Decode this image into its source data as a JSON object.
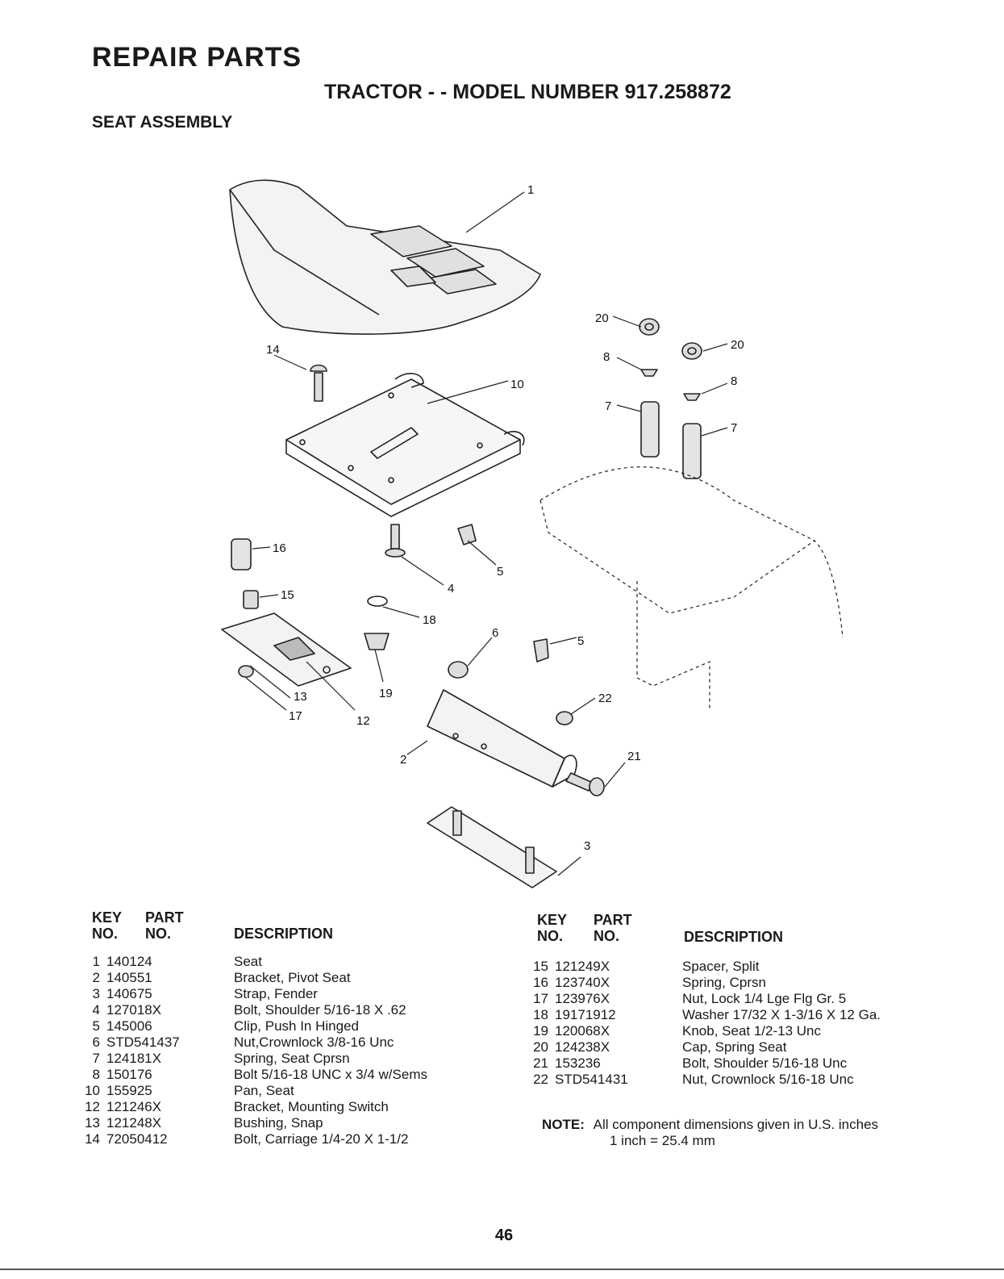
{
  "header": {
    "title": "REPAIR PARTS",
    "subtitle": "TRACTOR - - MODEL NUMBER 917.258872",
    "section": "SEAT ASSEMBLY"
  },
  "table": {
    "key_label_1": "KEY",
    "key_label_2": "NO.",
    "part_label_1": "PART",
    "part_label_2": "NO.",
    "description_label": "DESCRIPTION"
  },
  "parts_left": [
    {
      "key": "1",
      "part": "140124",
      "description": "Seat"
    },
    {
      "key": "2",
      "part": "140551",
      "description": "Bracket, Pivot Seat"
    },
    {
      "key": "3",
      "part": "140675",
      "description": "Strap, Fender"
    },
    {
      "key": "4",
      "part": "127018X",
      "description": "Bolt, Shoulder  5/16-18 X .62"
    },
    {
      "key": "5",
      "part": "145006",
      "description": "Clip, Push In Hinged"
    },
    {
      "key": "6",
      "part": "STD541437",
      "description": "Nut,Crownlock  3/8-16 Unc"
    },
    {
      "key": "7",
      "part": "124181X",
      "description": "Spring, Seat Cprsn"
    },
    {
      "key": "8",
      "part": "150176",
      "description": "Bolt 5/16-18 UNC x 3/4 w/Sems"
    },
    {
      "key": "10",
      "part": "155925",
      "description": "Pan, Seat"
    },
    {
      "key": "12",
      "part": "121246X",
      "description": "Bracket, Mounting Switch"
    },
    {
      "key": "13",
      "part": "121248X",
      "description": "Bushing, Snap"
    },
    {
      "key": "14",
      "part": "72050412",
      "description": "Bolt, Carriage  1/4-20 X 1-1/2"
    }
  ],
  "parts_right": [
    {
      "key": "15",
      "part": "121249X",
      "description": "Spacer, Split"
    },
    {
      "key": "16",
      "part": "123740X",
      "description": "Spring, Cprsn"
    },
    {
      "key": "17",
      "part": "123976X",
      "description": "Nut, Lock  1/4 Lge Flg Gr. 5"
    },
    {
      "key": "18",
      "part": "19171912",
      "description": "Washer  17/32 X 1-3/16 X 12 Ga."
    },
    {
      "key": "19",
      "part": "120068X",
      "description": "Knob, Seat  1/2-13 Unc"
    },
    {
      "key": "20",
      "part": "124238X",
      "description": "Cap, Spring Seat"
    },
    {
      "key": "21",
      "part": "153236",
      "description": "Bolt, Shoulder  5/16-18 Unc"
    },
    {
      "key": "22",
      "part": "STD541431",
      "description": "Nut, Crownlock  5/16-18 Unc"
    }
  ],
  "note": {
    "label": "NOTE:",
    "line1": "All component dimensions given in U.S. inches",
    "line2": "1 inch = 25.4 mm"
  },
  "diagram": {
    "callouts": [
      "1",
      "14",
      "10",
      "20",
      "20",
      "8",
      "8",
      "7",
      "7",
      "16",
      "15",
      "4",
      "5",
      "18",
      "6",
      "5",
      "19",
      "13",
      "17",
      "12",
      "22",
      "2",
      "21",
      "3"
    ]
  },
  "page_number": "46"
}
